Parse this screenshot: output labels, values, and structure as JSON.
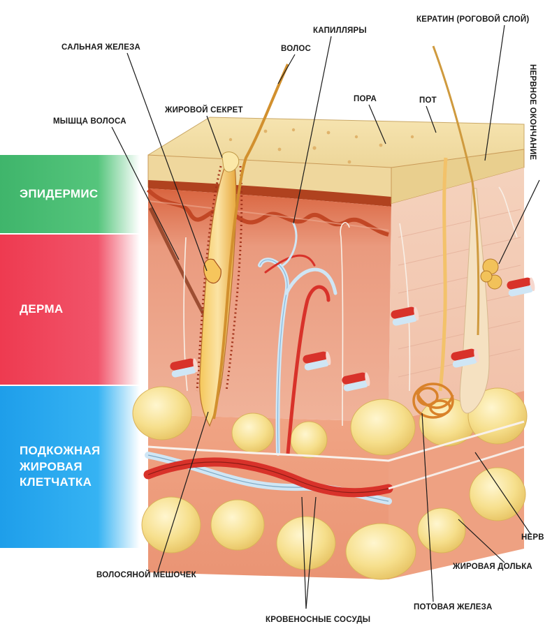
{
  "layers": {
    "epidermis": "ЭПИДЕРМИС",
    "dermis": "ДЕРМА",
    "hypodermis_line1": "ПОДКОЖНАЯ",
    "hypodermis_line2": "ЖИРОВАЯ",
    "hypodermis_line3": "КЛЕТЧАТКА"
  },
  "labels": {
    "sebaceous_gland": "САЛЬНАЯ ЖЕЛЕЗА",
    "hair": "ВОЛОС",
    "capillaries": "КАПИЛЛЯРЫ",
    "keratin": "КЕРАТИН (РОГОВОЙ СЛОЙ)",
    "pore": "ПОРА",
    "sweat": "ПОТ",
    "sebum": "ЖИРОВОЙ СЕКРЕТ",
    "hair_muscle": "МЫШЦА ВОЛОСА",
    "nerve_ending": "НЕРВНОЕ ОКОНЧАНИЕ",
    "nerve": "НЕРВ",
    "fat_lobule": "ЖИРОВАЯ ДОЛЬКА",
    "hair_follicle": "ВОЛОСЯНОЙ МЕШОЧЕК",
    "sweat_gland": "ПОТОВАЯ ЖЕЛЕЗА",
    "blood_vessels": "КРОВЕНОСНЫЕ СОСУДЫ"
  },
  "colors": {
    "epidermis_band": "#3fb56b",
    "dermis_band": "#ee3a50",
    "hypodermis_band": "#1e9eea",
    "skin_top": "#f3dfa6",
    "dermis_tissue": "#e8967a",
    "fat": "#f6df8c",
    "artery": "#d8322a",
    "vein": "#cfe6f5"
  }
}
